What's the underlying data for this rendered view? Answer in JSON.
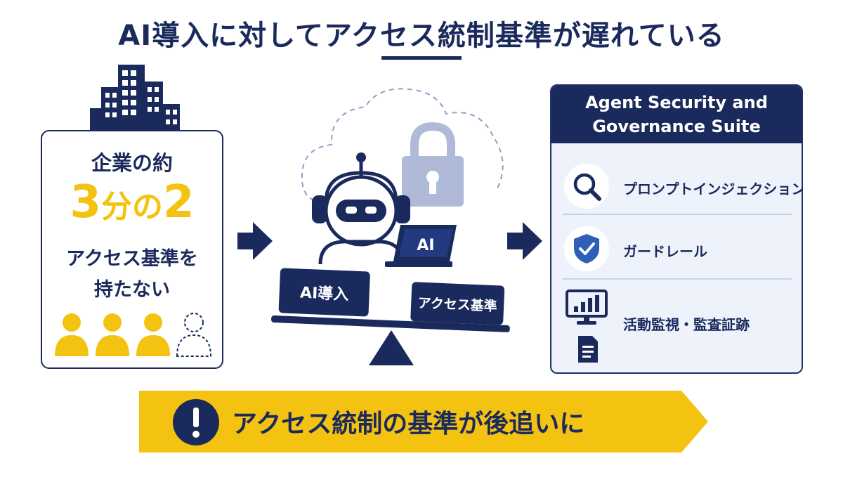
{
  "title": "AI導入に対してアクセス統制基準が遅れている",
  "stat": {
    "lead": "企業の約",
    "number_a": "3",
    "fraction_word": "分の",
    "number_b": "2",
    "desc_line1": "アクセス基準を",
    "desc_line2": "持たない",
    "people_total": 4,
    "people_highlighted": 3
  },
  "scale": {
    "left_block": "AI導入",
    "right_block": "アクセス基準",
    "laptop_label": "AI"
  },
  "panel": {
    "title": "Agent Security and Governance Suite",
    "features": [
      {
        "icon": "magnifier-icon",
        "label": "プロンプトインジェクション検知"
      },
      {
        "icon": "shield-check-icon",
        "label": "ガードレール"
      },
      {
        "icon": "monitor-chart-icon",
        "label": "活動監視・監査証跡"
      }
    ]
  },
  "alert": {
    "icon": "exclamation-icon",
    "message": "アクセス統制の基準が後追いに"
  },
  "colors": {
    "navy": "#1b2a5c",
    "yellow": "#f4c210",
    "light_blue": "#eef3fb",
    "lock_blue": "#aebad8"
  }
}
